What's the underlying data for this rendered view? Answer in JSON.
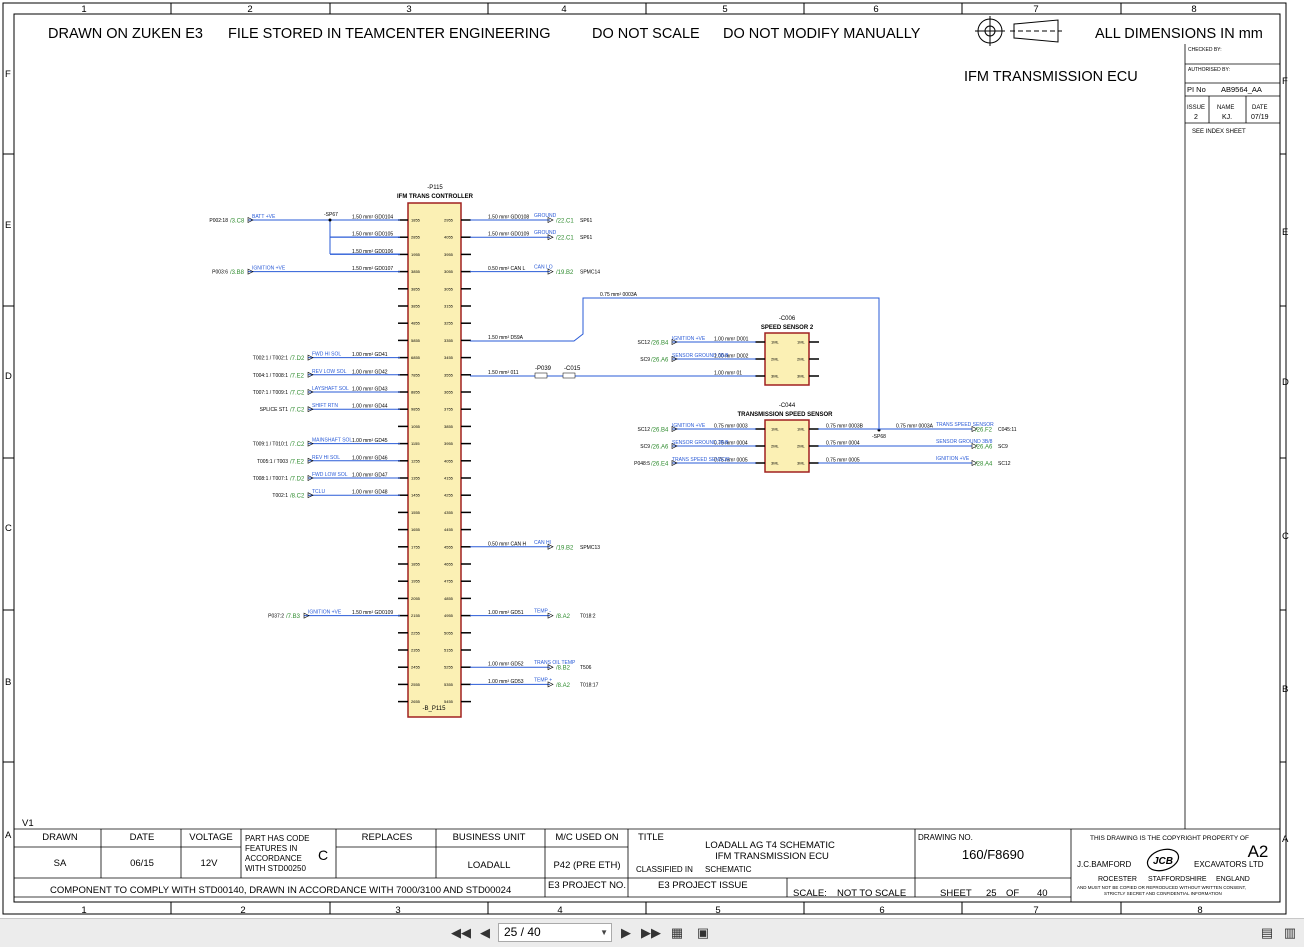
{
  "sheet": {
    "notes": {
      "zuken": "DRAWN ON ZUKEN E3",
      "teamcenter": "FILE STORED IN TEAMCENTER ENGINEERING",
      "noscale": "DO NOT SCALE",
      "nomodify": "DO NOT MODIFY MANUALLY",
      "dims": "ALL DIMENSIONS IN mm"
    },
    "sheet_title": "IFM TRANSMISSION ECU",
    "cols": [
      "1",
      "2",
      "3",
      "4",
      "5",
      "6",
      "7",
      "8"
    ],
    "rows": [
      "F",
      "E",
      "D",
      "C",
      "B",
      "A"
    ],
    "version": "V1"
  },
  "approval": {
    "checked_by": "CHECKED BY:",
    "authorised_by": "AUTHORISED BY:",
    "pi_label": "PI No",
    "pi_value": "AB9564_AA",
    "issue_label": "ISSUE",
    "issue_value": "2",
    "name_label": "NAME",
    "name_value": "KJ.",
    "date_label": "DATE",
    "date_value": "07/19",
    "see_index": "SEE INDEX SHEET"
  },
  "controller": {
    "ref": "-P115",
    "name": "IFM TRANS CONTROLLER",
    "bottom_ref": "-B_P115",
    "left_pins": [
      "1855",
      "2855",
      "1955",
      "3855",
      "3855",
      "3855",
      "4855",
      "5855",
      "6855",
      "7855",
      "8855",
      "9855",
      "1055",
      "1155",
      "1255",
      "1355",
      "1455",
      "1555",
      "1655",
      "1755",
      "1855",
      "1955",
      "2055",
      "2155",
      "2255",
      "2355",
      "2455",
      "2555",
      "2655",
      "2755",
      "2855"
    ],
    "right_pins": [
      "2955",
      "4055",
      "3955",
      "3055",
      "3055",
      "3155",
      "3255",
      "3355",
      "3455",
      "3555",
      "3655",
      "3755",
      "3855",
      "3955",
      "4055",
      "4155",
      "4255",
      "4355",
      "4455",
      "4555",
      "4655",
      "4755",
      "4855",
      "4955",
      "5055",
      "5155",
      "5255",
      "5355",
      "5455",
      "5555",
      "5655"
    ]
  },
  "left_wires": [
    {
      "ref": "P002:18",
      "link": "/3.C8",
      "label": "BATT +VE",
      "spec": "1.50 mm² GD0104"
    },
    {
      "ref": "",
      "link": "",
      "label": "",
      "spec": "1.50 mm² GD0105"
    },
    {
      "ref": "",
      "link": "",
      "label": "",
      "spec": "1.50 mm² GD0106"
    },
    {
      "ref": "P003:6",
      "link": "/3.B8",
      "label": "IGNITION +VE",
      "spec": "1.50 mm² GD0107"
    },
    {
      "ref": "T002:1 / T002:1",
      "link": "/7.D2",
      "label": "FWD HI SOL",
      "spec": "1.00 mm² GD41"
    },
    {
      "ref": "T004:1 / T008:1",
      "link": "/7.E2",
      "label": "REV LOW SOL",
      "spec": "1.00 mm² GD42"
    },
    {
      "ref": "T007:1 / T009:1",
      "link": "/7.C2",
      "label": "LAYSHAFT SOL",
      "spec": "1.00 mm² GD43"
    },
    {
      "ref": "SPLICE ST1",
      "link": "/7.C2",
      "label": "SHIFT RTN",
      "spec": "1.00 mm² GD44"
    },
    {
      "ref": "T009:1 / T010:1",
      "link": "/7.C2",
      "label": "MAINSHAFT SOL",
      "spec": "1.00 mm² GD45"
    },
    {
      "ref": "T005:1 / T003",
      "link": "/7.E2",
      "label": "REV HI SOL",
      "spec": "1.00 mm² GD46"
    },
    {
      "ref": "T008:1 / T007:1",
      "link": "/7.D2",
      "label": "FWD LOW SOL",
      "spec": "1.00 mm² GD47"
    },
    {
      "ref": "T002:1",
      "link": "/8.C2",
      "label": "TCLU",
      "spec": "1.00 mm² GD48"
    },
    {
      "ref": "P037:2",
      "link": "/7.B3",
      "label": "IGNITION +VE",
      "spec": "1.50 mm² GD0109"
    }
  ],
  "right_wires": [
    {
      "label": "GROUND",
      "link": "/22.C1",
      "ref": "SP61",
      "spec": "1.50 mm² GD0108"
    },
    {
      "label": "GROUND",
      "link": "/22.C1",
      "ref": "SP61",
      "spec": "1.50 mm² GD0109"
    },
    {
      "label": "CAN LO",
      "link": "/19.B2",
      "ref": "SPMC14",
      "spec": "0.50 mm² CAN L"
    },
    {
      "label": "",
      "link": "",
      "ref": "",
      "spec": "1.50 mm² D59A"
    },
    {
      "label": "",
      "link": "",
      "ref": "",
      "spec": "1.50 mm² 011"
    },
    {
      "label": "CAN HI",
      "link": "/19.B2",
      "ref": "SPMC13",
      "spec": "0.50 mm² CAN H"
    },
    {
      "label": "TEMP -",
      "link": "/8.A2",
      "ref": "T018:2",
      "spec": "1.00 mm² GD51"
    },
    {
      "label": "TRANS OIL TEMP",
      "link": "/8.B2",
      "ref": "T506",
      "spec": "1.00 mm² GD52"
    },
    {
      "label": "TEMP +",
      "link": "/8.A2",
      "ref": "T018:17",
      "spec": "1.00 mm² GD53"
    }
  ],
  "splices": {
    "sp67": "-SP67",
    "sp68": "-SP68",
    "p039": "-P039",
    "c015": "-C015",
    "ovh_spec": "0.75 mm² 0003A"
  },
  "speed_sensor_2": {
    "ref": "-C006",
    "name": "SPEED SENSOR 2",
    "pins": [
      "1ML",
      "2ML",
      "3ML"
    ],
    "out_pins": [
      "1ML",
      "2ML",
      "3ML"
    ],
    "wires": [
      {
        "ref": "SC12",
        "link": "/26.B4",
        "label": "IGNITION +VE",
        "spec": "1.00 mm² D001"
      },
      {
        "ref": "SC9",
        "link": "/26.A6",
        "label": "SENSOR GROUND 3B/8",
        "spec": "1.00 mm² D002"
      },
      {
        "ref": "",
        "link": "",
        "label": "",
        "spec": "1.00 mm² 01"
      }
    ]
  },
  "trans_speed_sensor": {
    "ref": "-C044",
    "name": "TRANSMISSION SPEED SENSOR",
    "pins": [
      "1ML",
      "2ML",
      "3ML"
    ],
    "out_pins": [
      "1ML",
      "2ML",
      "3ML"
    ],
    "in_wires": [
      {
        "ref": "SC12",
        "link": "/26.B4",
        "label": "IGNITION +VE",
        "spec": "0.75 mm² 0003"
      },
      {
        "ref": "SC9",
        "link": "/26.A6",
        "label": "SENSOR GROUND 3B/8",
        "spec": "0.75 mm² 0004"
      },
      {
        "ref": "P048:5",
        "link": "/26.E4",
        "label": "TRANS SPEED SENSOR",
        "spec": "0.75 mm² 0005"
      }
    ],
    "out_wires": [
      {
        "label": "TRANS SPEED SENSOR",
        "link": "/26.F2",
        "ref": "C045:11",
        "spec": "0.75 mm² 0003B"
      },
      {
        "label": "SENSOR GROUND 3B/8",
        "link": "/26.A6",
        "ref": "SC9",
        "spec": "0.75 mm² 0004"
      },
      {
        "label": "IGNITION +VE",
        "link": "/28.A4",
        "ref": "SC12",
        "spec": "0.75 mm² 0005"
      }
    ],
    "mid_spec": "0.75 mm² 0003A"
  },
  "title_block": {
    "drawn_label": "DRAWN",
    "drawn_value": "SA",
    "date_label": "DATE",
    "date_value": "06/15",
    "voltage_label": "VOLTAGE",
    "voltage_value": "12V",
    "code_note": [
      "PART HAS CODE",
      "FEATURES IN",
      "ACCORDANCE",
      "WITH STD00250"
    ],
    "code_value": "C",
    "replaces_label": "REPLACES",
    "business_label": "BUSINESS UNIT",
    "business_value": "LOADALL",
    "mc_label": "M/C USED ON",
    "mc_value": "P42 (PRE ETH)",
    "title_label": "TITLE",
    "title_line1": "LOADALL AG T4 SCHEMATIC",
    "title_line2": "IFM TRANSMISSION ECU",
    "classified_label": "CLASSIFIED IN",
    "classified_value": "SCHEMATIC",
    "drawing_no_label": "DRAWING NO.",
    "drawing_no_value": "160/F8690",
    "comply_note": "COMPONENT TO COMPLY WITH STD00140, DRAWN IN ACCORDANCE WITH 7000/3100 AND STD00024",
    "e3_project_no": "E3 PROJECT NO.",
    "e3_project_issue": "E3 PROJECT ISSUE",
    "scale_label": "SCALE:",
    "scale_value": "NOT TO SCALE",
    "sheet_label": "SHEET",
    "sheet_value": "25",
    "of_label": "OF",
    "of_value": "40",
    "copyright": "THIS DRAWING IS THE COPYRIGHT PROPERTY OF",
    "size": "A2",
    "company_left": "J.C.BAMFORD",
    "company_right": "EXCAVATORS LTD",
    "logo_text": "JCB",
    "city": "ROCESTER",
    "county": "STAFFORDSHIRE",
    "country": "ENGLAND",
    "secret1": "AND MUST NOT BE COPIED OR REPRODUCED WITHOUT WRITTEN CONSENT,",
    "secret2": "STRICTLY SECRET AND CONFIDENTIAL INFORMATION"
  },
  "toolbar": {
    "page_indicator": "25 / 40",
    "first_icon": "first-page-icon",
    "prev_icon": "prev-page-icon",
    "next_icon": "next-page-icon",
    "last_icon": "last-page-icon"
  }
}
